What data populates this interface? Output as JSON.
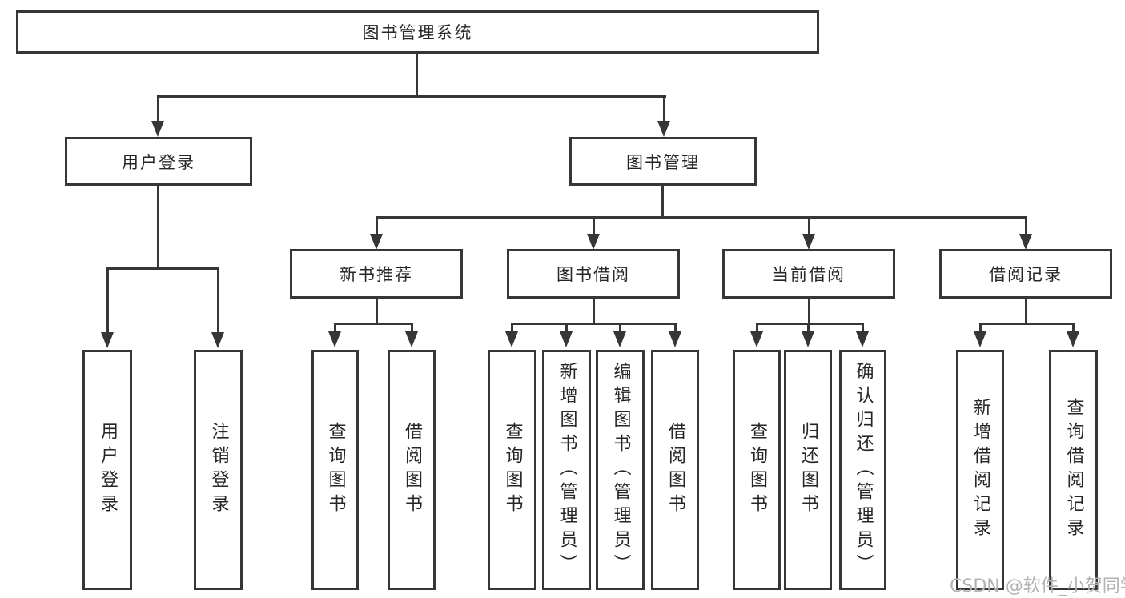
{
  "diagram": {
    "root": {
      "label": "图书管理系统"
    },
    "level2": [
      {
        "label": "用户登录"
      },
      {
        "label": "图书管理"
      }
    ],
    "level3": [
      {
        "label": "新书推荐"
      },
      {
        "label": "图书借阅"
      },
      {
        "label": "当前借阅"
      },
      {
        "label": "借阅记录"
      }
    ],
    "leaves": {
      "login": [
        {
          "label": "用户登录"
        },
        {
          "label": "注销登录"
        }
      ],
      "newbook": [
        {
          "label": "查询图书"
        },
        {
          "label": "借阅图书"
        }
      ],
      "borrow": [
        {
          "label": "查询图书"
        },
        {
          "label": "新增图书（管理员）"
        },
        {
          "label": "编辑图书（管理员）"
        },
        {
          "label": "借阅图书"
        }
      ],
      "current": [
        {
          "label": "查询图书"
        },
        {
          "label": "归还图书"
        },
        {
          "label": "确认归还（管理员）"
        }
      ],
      "records": [
        {
          "label": "新增借阅记录"
        },
        {
          "label": "查询借阅记录"
        }
      ]
    }
  },
  "watermark": {
    "text": "CSDN @软件_小贺同学"
  },
  "colors": {
    "line": "#363636",
    "text": "#262626",
    "watermark": "#b2b2b2",
    "background": "#ffffff"
  }
}
